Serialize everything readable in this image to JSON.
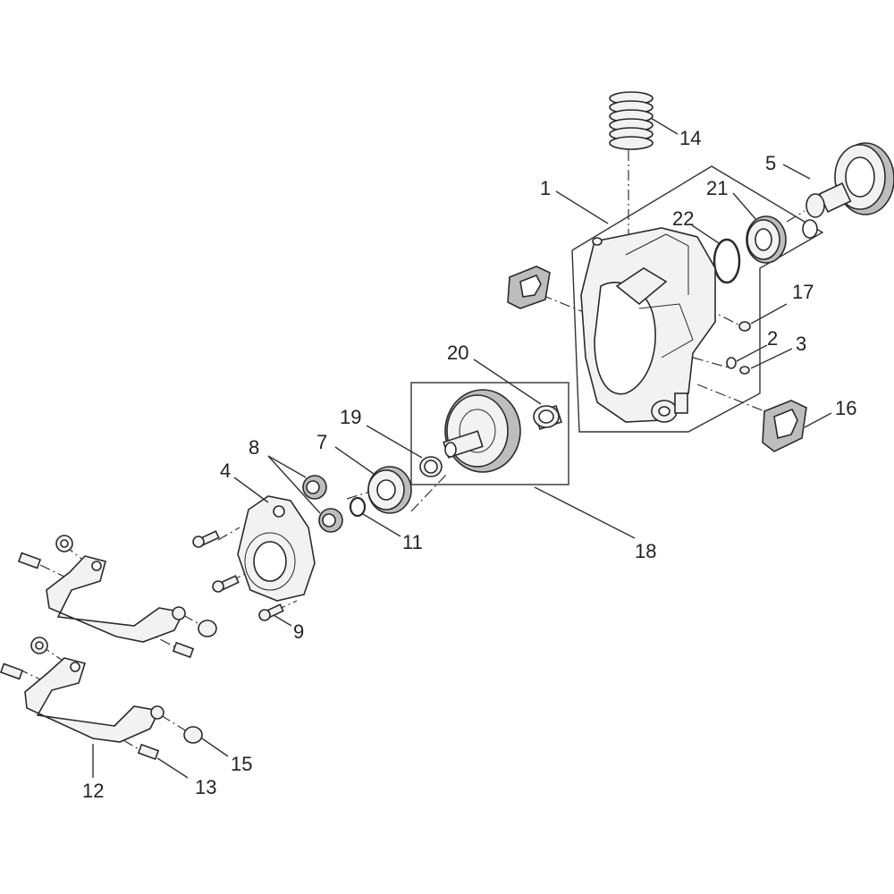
{
  "callouts": {
    "c1": "1",
    "c2": "2",
    "c3": "3",
    "c4": "4",
    "c5": "5",
    "c7": "7",
    "c8": "8",
    "c9": "9",
    "c11": "11",
    "c12": "12",
    "c13": "13",
    "c14": "14",
    "c15": "15",
    "c16": "16",
    "c17": "17",
    "c18": "18",
    "c19": "19",
    "c20": "20",
    "c21": "21",
    "c22": "22"
  }
}
